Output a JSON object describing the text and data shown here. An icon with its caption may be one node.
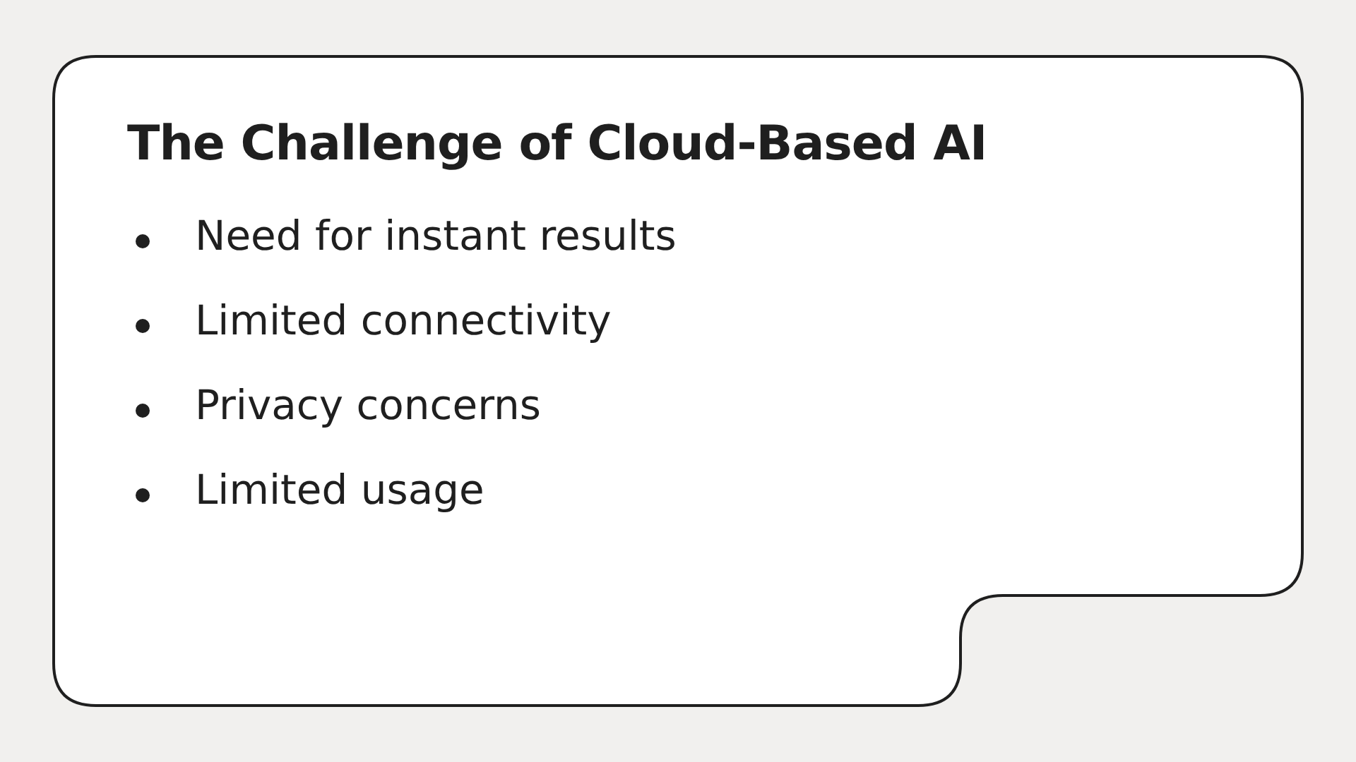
{
  "diagram": {
    "title": "The Challenge of Cloud-Based AI",
    "labels": [
      "Need for instant results",
      "Limited connectivity",
      "Privacy concerns",
      "Limited usage"
    ]
  }
}
